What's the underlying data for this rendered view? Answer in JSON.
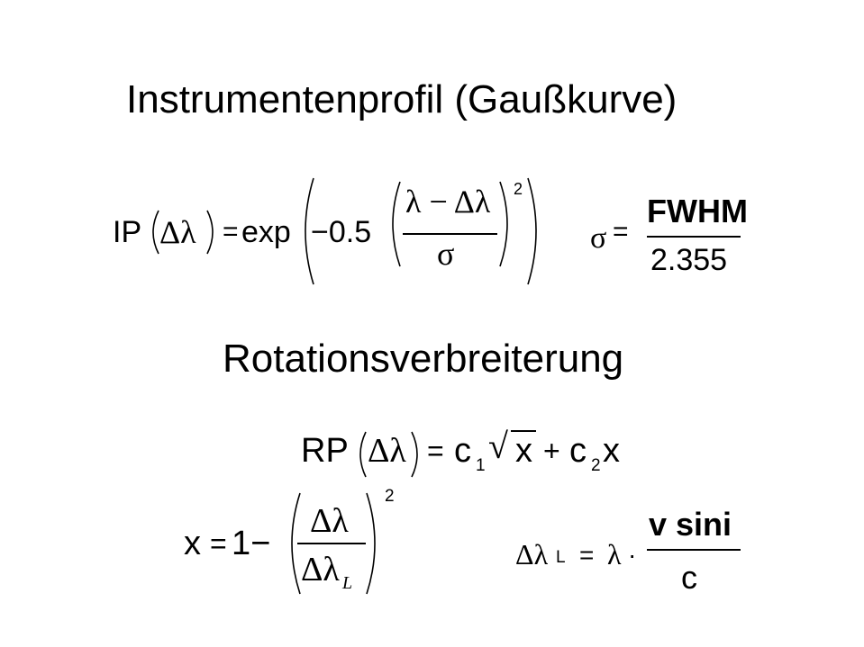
{
  "slide": {
    "title_1": "Instrumentenprofil (Gaußkurve)",
    "title_2": "Rotationsverbreiterung"
  },
  "eq_ip": {
    "lhs": "IP",
    "arg": "Δλ",
    "equals": "=",
    "func": "exp",
    "coef": "−0.5",
    "numerator": "λ − Δλ",
    "denominator": "σ",
    "exponent": "2"
  },
  "eq_sigma": {
    "lhs": "σ",
    "equals": "=",
    "numerator": "FWHM",
    "denominator": "2.355"
  },
  "eq_rp": {
    "lhs": "RP",
    "arg": "Δλ",
    "equals": "=",
    "c": "c",
    "sub1": "1",
    "sqrt": "√",
    "x": "x",
    "plus": "+",
    "sub2": "2"
  },
  "eq_x": {
    "lhs": "x",
    "equals": "=",
    "one_minus": "1−",
    "numerator": "Δλ",
    "denominator": "Δλ",
    "denominator_sub": "L",
    "exponent": "2"
  },
  "eq_dl": {
    "lhs": "Δλ",
    "lhs_sub": "L",
    "equals": "=",
    "lambda": "λ",
    "dot": "·",
    "numerator": "v sini",
    "denominator": "c"
  }
}
